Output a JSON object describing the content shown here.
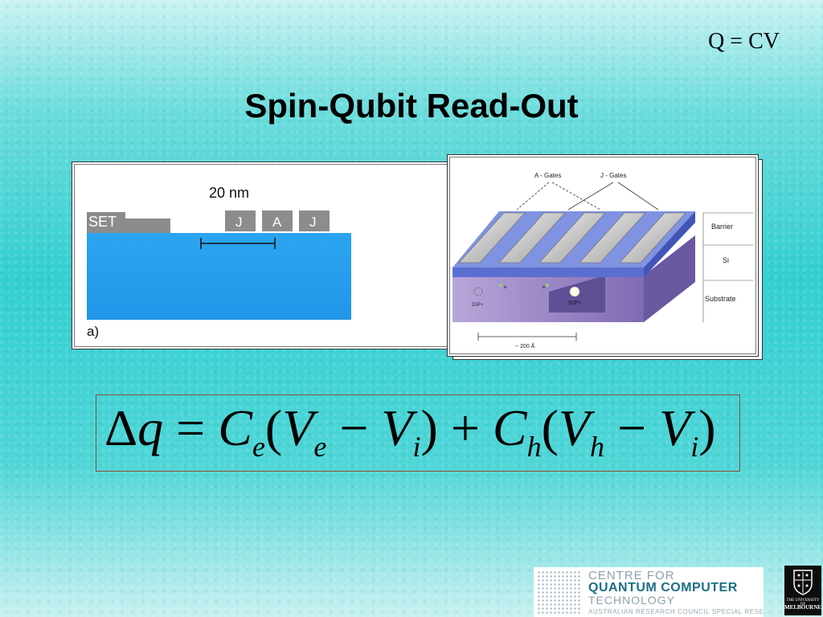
{
  "slide": {
    "corner_formula": "Q = CV",
    "title": "Spin-Qubit Read-Out"
  },
  "figure_a": {
    "scale_label": "20 nm",
    "set_label": "SET",
    "gate_labels": [
      "J",
      "A",
      "J"
    ],
    "panel_label": "a)"
  },
  "figure_b": {
    "a_gates": "A - Gates",
    "j_gates": "J - Gates",
    "layers": [
      "Barrier",
      "Si",
      "Substrate"
    ],
    "donor_left": "31P+",
    "donor_right": "31P+",
    "electron_label": "e",
    "scale": "~ 200 Å"
  },
  "equation": {
    "delta": "Δ",
    "q": "q",
    "eq": " = ",
    "C1": "C",
    "e_sub": "e",
    "V": "V",
    "i_sub": "i",
    "h_sub": "h",
    "lp": "(",
    "rp": ")",
    "minus": " − ",
    "plus": " + "
  },
  "logos": {
    "cqct_line1": "CENTRE FOR",
    "cqct_line2": "QUANTUM COMPUTER",
    "cqct_line3": "TECHNOLOGY",
    "cqct_line4": "AUSTRALIAN RESEARCH COUNCIL SPECIAL RESEARCH CENTRE",
    "melbourne_line1": "THE UNIVERSITY OF",
    "melbourne_line2": "MELBOURNE"
  },
  "colors": {
    "background_top": "#caf3f3",
    "background_mid": "#33cfd1",
    "device_blue": "#2aa0f0",
    "gate_gray": "#8c8c8c",
    "purple_substrate": "#9a86c4",
    "barrier_blue": "#6d7fd6"
  }
}
